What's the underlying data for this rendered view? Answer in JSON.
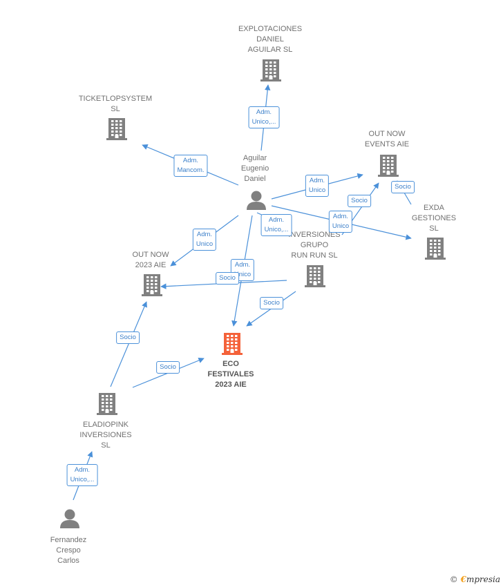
{
  "nodes": [
    {
      "id": "explotaciones",
      "type": "company",
      "primary": false,
      "label": "EXPLOTACIONES\nDANIEL\nAGUILAR  SL"
    },
    {
      "id": "ticketlop",
      "type": "company",
      "primary": false,
      "label": "TICKETLOPSYSTEM\nSL"
    },
    {
      "id": "outnow_events",
      "type": "company",
      "primary": false,
      "label": "OUT NOW\nEVENTS  AIE"
    },
    {
      "id": "exda",
      "type": "company",
      "primary": false,
      "label": "EXDA\nGESTIONES\nSL"
    },
    {
      "id": "aguilar",
      "type": "person",
      "primary": false,
      "label": "Aguilar\nEugenio\nDaniel"
    },
    {
      "id": "inversiones_grupo",
      "type": "company",
      "primary": false,
      "label": "INVERSIONES\nGRUPO\nRUN RUN  SL"
    },
    {
      "id": "outnow_2023",
      "type": "company",
      "primary": false,
      "label": "OUT NOW\n2023  AIE"
    },
    {
      "id": "eco",
      "type": "company",
      "primary": true,
      "label": "ECO\nFESTIVALES\n2023  AIE"
    },
    {
      "id": "eladiopink",
      "type": "company",
      "primary": false,
      "label": "ELADIOPINK\nINVERSIONES\nSL"
    },
    {
      "id": "fernandez",
      "type": "person",
      "primary": false,
      "label": "Fernandez\nCrespo\nCarlos"
    }
  ],
  "edges": [
    {
      "from": "aguilar",
      "to": "explotaciones",
      "label": "Adm.\nUnico,..."
    },
    {
      "from": "aguilar",
      "to": "ticketlop",
      "label": "Adm.\nMancom."
    },
    {
      "from": "aguilar",
      "to": "outnow_events",
      "label": "Adm.\nUnico"
    },
    {
      "from": "aguilar",
      "to": "exda",
      "label": "Adm.\nUnico"
    },
    {
      "from": "aguilar",
      "to": "inversiones_grupo",
      "label": "Adm.\nUnico,..."
    },
    {
      "from": "aguilar",
      "to": "outnow_2023",
      "label": "Adm.\nUnico"
    },
    {
      "from": "aguilar",
      "to": "eco",
      "label": "Adm.\nUnico"
    },
    {
      "from": "inversiones_grupo",
      "to": "outnow_events",
      "label": "Socio"
    },
    {
      "from": "exda",
      "to": "outnow_events",
      "label": "Socio"
    },
    {
      "from": "inversiones_grupo",
      "to": "outnow_2023",
      "label": "Socio"
    },
    {
      "from": "inversiones_grupo",
      "to": "eco",
      "label": "Socio"
    },
    {
      "from": "eladiopink",
      "to": "outnow_2023",
      "label": "Socio"
    },
    {
      "from": "eladiopink",
      "to": "eco",
      "label": "Socio"
    },
    {
      "from": "fernandez",
      "to": "eladiopink",
      "label": "Adm.\nUnico,..."
    }
  ],
  "colors": {
    "company": "#808080",
    "person": "#808080",
    "primary": "#f4623a",
    "edge": "#4a90d9"
  },
  "footer": {
    "copyright": "©",
    "brand_e": "€",
    "brand_rest": "mpresia"
  }
}
